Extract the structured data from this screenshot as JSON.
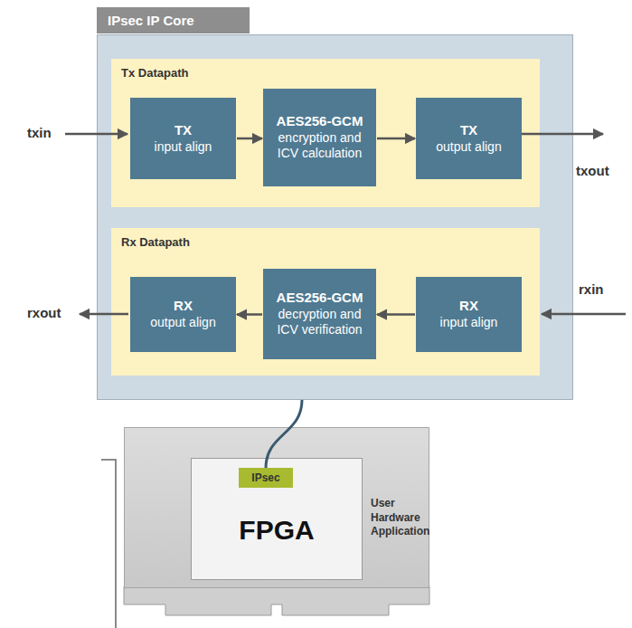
{
  "diagram": {
    "nodes": [
      {
        "text": [
          "IPsec IP Core"
        ]
      },
      {
        "text": [
          "Tx Datapath"
        ],
        "in": 0
      },
      {
        "text": [
          "TX",
          "input align"
        ],
        "in": 1
      },
      {
        "text": [
          "AES256-GCM",
          "encryption and ICV calculation"
        ],
        "in": 1
      },
      {
        "text": [
          "TX",
          "output align"
        ],
        "in": 1
      },
      {
        "text": [
          "Rx Datapath"
        ],
        "in": 0
      },
      {
        "text": [
          "RX",
          "output align"
        ],
        "in": 5
      },
      {
        "text": [
          "AES256-GCM",
          "decryption and ICV verification"
        ],
        "in": 5
      },
      {
        "text": [
          "RX",
          "input align"
        ],
        "in": 5
      },
      {
        "text": [
          "User Hardware Application"
        ]
      },
      {
        "text": [
          "FPGA"
        ],
        "in": 9
      },
      {
        "text": [
          "IPsec"
        ],
        "in": 10
      }
    ],
    "edges": [
      {
        "from": 2,
        "to": 3,
        "arrow": "to"
      },
      {
        "from": 3,
        "to": 4,
        "arrow": "to"
      },
      {
        "from": 8,
        "to": 7,
        "arrow": "to"
      },
      {
        "from": 7,
        "to": 6,
        "arrow": "to"
      },
      {
        "from": 0,
        "to": 11,
        "arrow": "none"
      }
    ],
    "labels": [
      "txin",
      "txout",
      "rxout",
      "rxin"
    ]
  }
}
